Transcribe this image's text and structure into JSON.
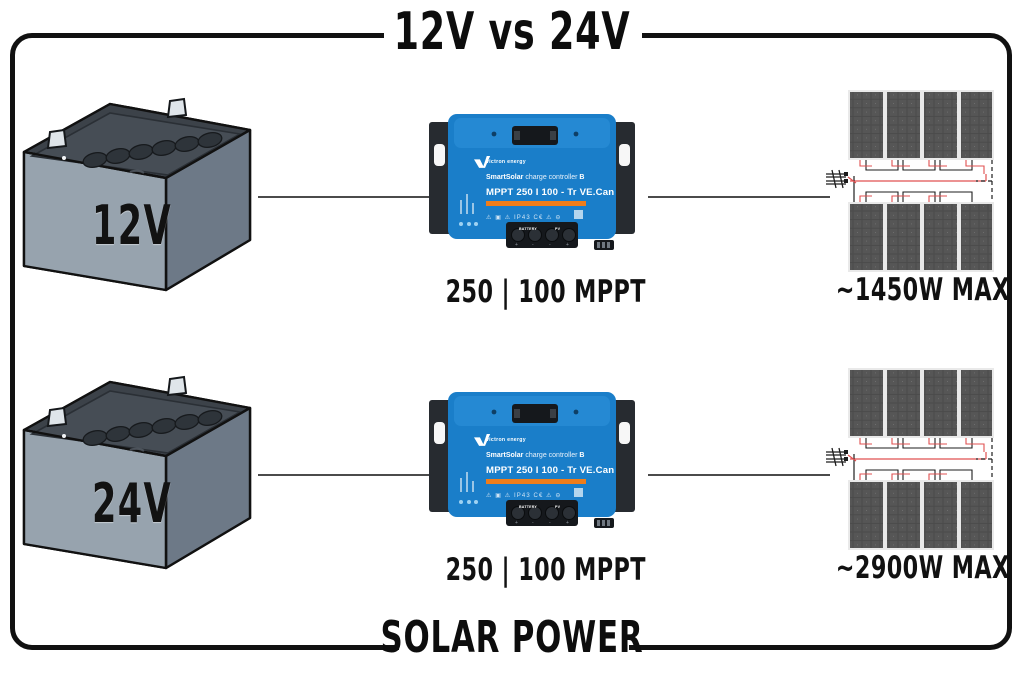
{
  "page": {
    "title": "12V vs 24V",
    "footer": "SOLAR POWER",
    "background": "#ffffff",
    "frame_color": "#111111"
  },
  "rows": [
    {
      "id": "row-12v",
      "battery": {
        "label": "12V",
        "name": "lead-acid-battery",
        "body_color": "#8a97a3",
        "top_color": "#3c4249",
        "terminal_color": "#d6dce1",
        "cell_caps": 6
      },
      "controller": {
        "brand": "victron energy",
        "product_line": "SmartSolar",
        "product_type": "charge controller",
        "bluetooth_badge": "B",
        "model": "MPPT 250 I 100 - Tr  VE.Can",
        "certs": "⚠ ▣ ⚠ IP43 C€ ⚠ ⊖",
        "port_battery": "BATTERY",
        "port_pv": "PV",
        "caption": "250 | 100 MPPT",
        "body_color": "#1a7ec9",
        "accent_color": "#ef7d1a",
        "bracket_color": "#272b30"
      },
      "array": {
        "caption": "~1450W MAX",
        "rows": 2,
        "panels_per_row": 4,
        "cell_color": "#4a4a4a",
        "frame_color": "#e9e9e9",
        "wire_positive": "#e05050",
        "wire_negative": "#1d1d1d"
      }
    },
    {
      "id": "row-24v",
      "battery": {
        "label": "24V",
        "name": "lead-acid-battery",
        "body_color": "#8a97a3",
        "top_color": "#3c4249",
        "terminal_color": "#d6dce1",
        "cell_caps": 6
      },
      "controller": {
        "brand": "victron energy",
        "product_line": "SmartSolar",
        "product_type": "charge controller",
        "bluetooth_badge": "B",
        "model": "MPPT 250 I 100 - Tr  VE.Can",
        "certs": "⚠ ▣ ⚠ IP43 C€ ⚠ ⊖",
        "port_battery": "BATTERY",
        "port_pv": "PV",
        "caption": "250 | 100 MPPT",
        "body_color": "#1a7ec9",
        "accent_color": "#ef7d1a",
        "bracket_color": "#272b30"
      },
      "array": {
        "caption": "~2900W MAX",
        "rows": 2,
        "panels_per_row": 4,
        "cell_color": "#4a4a4a",
        "frame_color": "#e9e9e9",
        "wire_positive": "#e05050",
        "wire_negative": "#1d1d1d"
      }
    }
  ]
}
